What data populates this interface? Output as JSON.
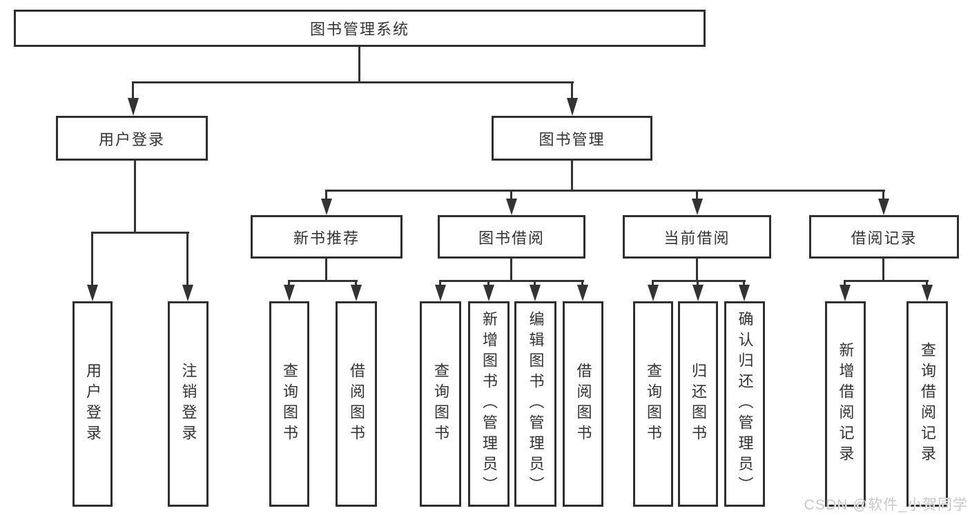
{
  "diagram_title": "图书管理系统",
  "tree": {
    "root": {
      "label": "图书管理系统",
      "children": [
        {
          "label": "用户登录",
          "children": [
            {
              "label": "用户登录"
            },
            {
              "label": "注销登录"
            }
          ]
        },
        {
          "label": "图书管理",
          "children": [
            {
              "label": "新书推荐",
              "children": [
                {
                  "label": "查询图书"
                },
                {
                  "label": "借阅图书"
                }
              ]
            },
            {
              "label": "图书借阅",
              "children": [
                {
                  "label": "查询图书"
                },
                {
                  "label": "新增图书（管理员）"
                },
                {
                  "label": "编辑图书（管理员）"
                },
                {
                  "label": "借阅图书"
                }
              ]
            },
            {
              "label": "当前借阅",
              "children": [
                {
                  "label": "查询图书"
                },
                {
                  "label": "归还图书"
                },
                {
                  "label": "确认归还（管理员）"
                }
              ]
            },
            {
              "label": "借阅记录",
              "children": [
                {
                  "label": "新增借阅记录"
                },
                {
                  "label": "查询借阅记录"
                }
              ]
            }
          ]
        }
      ]
    }
  },
  "watermark": {
    "text": "CSDN @软件_小贺同学"
  },
  "colors": {
    "background": "#ffffff",
    "box_fill": "#ffffff",
    "box_border": "#2f2f2f",
    "line": "#333333",
    "text": "#333333",
    "watermark": "#c8c8c8"
  }
}
